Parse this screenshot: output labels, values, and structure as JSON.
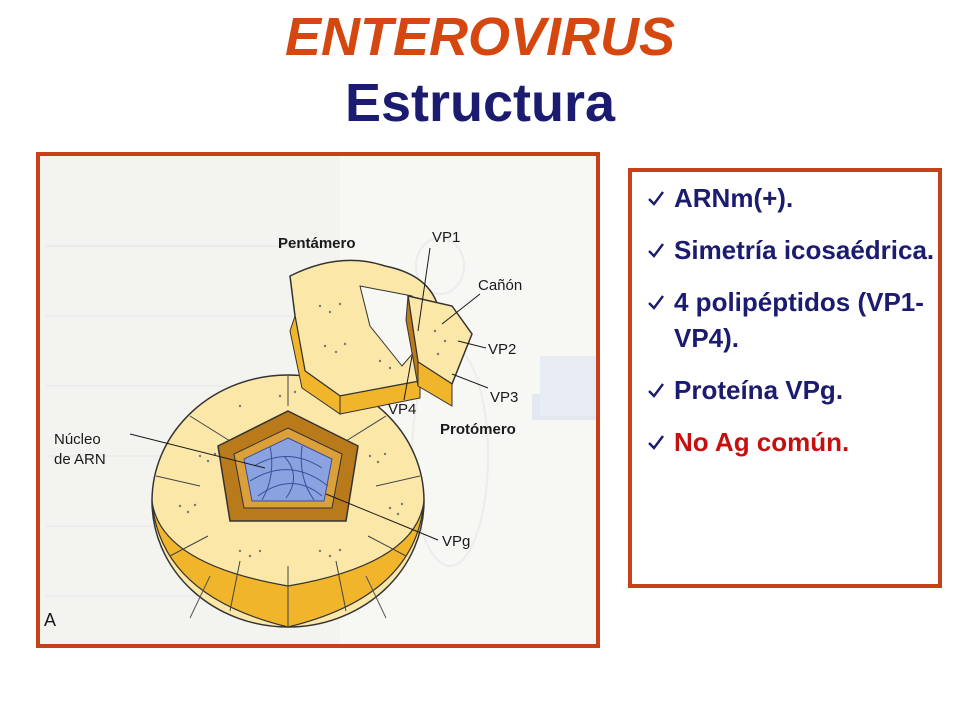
{
  "title": {
    "line1": "ENTEROVIRUS",
    "line2": "Estructura"
  },
  "figure": {
    "labels": {
      "pentamero": "Pentámero",
      "vp1": "VP1",
      "canon": "Cañón",
      "vp2": "VP2",
      "vp3": "VP3",
      "vp4": "VP4",
      "protomero": "Protómero",
      "nucleo_line1": "Núcleo",
      "nucleo_line2": "de ARN",
      "vpg": "VPg",
      "panel_letter": "A"
    }
  },
  "features": {
    "items": [
      {
        "text": "ARNm(+)."
      },
      {
        "text": "Simetría icosaédrica."
      },
      {
        "text": "4 polipéptidos (VP1-VP4)."
      },
      {
        "text": "Proteína VPg."
      },
      {
        "text": "No Ag común."
      }
    ]
  },
  "colors": {
    "title_accent": "#d5470f",
    "title_main": "#1b1b6f",
    "frame_border": "#c8401a",
    "list_text": "#1b1b6f",
    "list_alert": "#c80f0f",
    "capsid_light": "#fbe7a8",
    "capsid_dark": "#f0b52a",
    "capsid_cut": "#b97a1b",
    "rna": "#8aa2e0"
  }
}
